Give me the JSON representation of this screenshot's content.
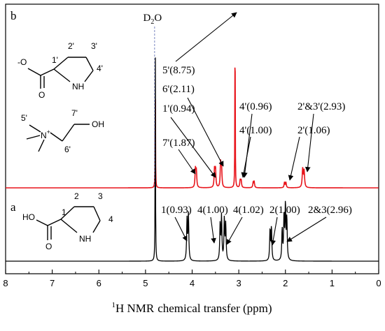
{
  "chart_data": {
    "type": "line",
    "xlabel": "chemical transfer (ppm)",
    "xlabel_prefix": "H NMR",
    "xlabel_sup": "1",
    "xlim": [
      8,
      0
    ],
    "x_reversed": true,
    "xticks": [
      8,
      7,
      6,
      5,
      4,
      3,
      2,
      1,
      0
    ],
    "solvent_label": "D",
    "solvent_sub": "2",
    "solvent_tail": "O",
    "solvent_ppm": 4.79,
    "series": [
      {
        "panel": "b",
        "color": "#e8141b",
        "peaks": [
          {
            "ppm": 4.79,
            "height": 0.6,
            "width": 0.004
          },
          {
            "ppm": 3.93,
            "height": 0.1,
            "width": 0.01
          },
          {
            "ppm": 3.91,
            "height": 0.09,
            "width": 0.01
          },
          {
            "ppm": 3.52,
            "height": 0.1,
            "width": 0.01
          },
          {
            "ppm": 3.5,
            "height": 0.1,
            "width": 0.01
          },
          {
            "ppm": 3.39,
            "height": 0.13,
            "width": 0.01
          },
          {
            "ppm": 3.37,
            "height": 0.11,
            "width": 0.01
          },
          {
            "ppm": 3.08,
            "height": 1.0,
            "width": 0.004
          },
          {
            "ppm": 2.97,
            "height": 0.04,
            "width": 0.01
          },
          {
            "ppm": 2.95,
            "height": 0.04,
            "width": 0.01
          },
          {
            "ppm": 2.69,
            "height": 0.03,
            "width": 0.01
          },
          {
            "ppm": 2.67,
            "height": 0.03,
            "width": 0.01
          },
          {
            "ppm": 2.02,
            "height": 0.03,
            "width": 0.01
          },
          {
            "ppm": 1.99,
            "height": 0.03,
            "width": 0.01
          },
          {
            "ppm": 1.63,
            "height": 0.1,
            "width": 0.012
          },
          {
            "ppm": 1.6,
            "height": 0.09,
            "width": 0.012
          }
        ]
      },
      {
        "panel": "a",
        "color": "#000000",
        "peaks": [
          {
            "ppm": 4.79,
            "height": 1.0,
            "width": 0.004
          },
          {
            "ppm": 4.11,
            "height": 0.16,
            "width": 0.01
          },
          {
            "ppm": 4.08,
            "height": 0.18,
            "width": 0.01
          },
          {
            "ppm": 3.4,
            "height": 0.14,
            "width": 0.01
          },
          {
            "ppm": 3.37,
            "height": 0.17,
            "width": 0.01
          },
          {
            "ppm": 3.31,
            "height": 0.16,
            "width": 0.01
          },
          {
            "ppm": 3.28,
            "height": 0.14,
            "width": 0.01
          },
          {
            "ppm": 2.33,
            "height": 0.12,
            "width": 0.01
          },
          {
            "ppm": 2.3,
            "height": 0.13,
            "width": 0.01
          },
          {
            "ppm": 2.07,
            "height": 0.12,
            "width": 0.01
          },
          {
            "ppm": 2.03,
            "height": 0.17,
            "width": 0.01
          },
          {
            "ppm": 2.0,
            "height": 0.21,
            "width": 0.01
          },
          {
            "ppm": 1.97,
            "height": 0.16,
            "width": 0.01
          }
        ]
      }
    ],
    "annotations": [
      {
        "id": "b-5",
        "text": "5'(8.75)",
        "ppm": 3.08,
        "panel": "b"
      },
      {
        "id": "b-6",
        "text": "6'(2.11)",
        "ppm": 3.38,
        "panel": "b"
      },
      {
        "id": "b-1",
        "text": "1'(0.94)",
        "ppm": 3.51,
        "panel": "b"
      },
      {
        "id": "b-7",
        "text": "7'(1.87)",
        "ppm": 3.92,
        "panel": "b"
      },
      {
        "id": "b-4a",
        "text": "4'(0.96)",
        "ppm": 2.68,
        "panel": "b"
      },
      {
        "id": "b-4b",
        "text": "4'(1.00)",
        "ppm": 2.96,
        "panel": "b"
      },
      {
        "id": "b-23",
        "text": "2'&3'(2.93)",
        "ppm": 1.62,
        "panel": "b"
      },
      {
        "id": "b-2",
        "text": "2'(1.06)",
        "ppm": 2.0,
        "panel": "b"
      },
      {
        "id": "a-1",
        "text": "1(0.93)",
        "ppm": 4.09,
        "panel": "a"
      },
      {
        "id": "a-4a",
        "text": "4(1.00)",
        "ppm": 3.38,
        "panel": "a"
      },
      {
        "id": "a-4b",
        "text": "4(1.02)",
        "ppm": 3.29,
        "panel": "a"
      },
      {
        "id": "a-2",
        "text": "2(1.00)",
        "ppm": 2.31,
        "panel": "a"
      },
      {
        "id": "a-23",
        "text": "2&3(2.96)",
        "ppm": 2.0,
        "panel": "a"
      }
    ],
    "panel_labels": {
      "b": "b",
      "a": "a"
    },
    "molecules": {
      "b_proline": {
        "o_minus": "-O",
        "o": "O",
        "nh": "NH",
        "l1": "1'",
        "l2": "2'",
        "l3": "3'",
        "l4": "4'"
      },
      "b_choline": {
        "n": "N",
        "plus": "+",
        "oh": "OH",
        "l5": "5'",
        "l6": "6'",
        "l7": "7'"
      },
      "a_proline": {
        "ho": "HO",
        "o": "O",
        "nh": "NH",
        "l1": "1",
        "l2": "2",
        "l3": "3",
        "l4": "4"
      }
    }
  }
}
